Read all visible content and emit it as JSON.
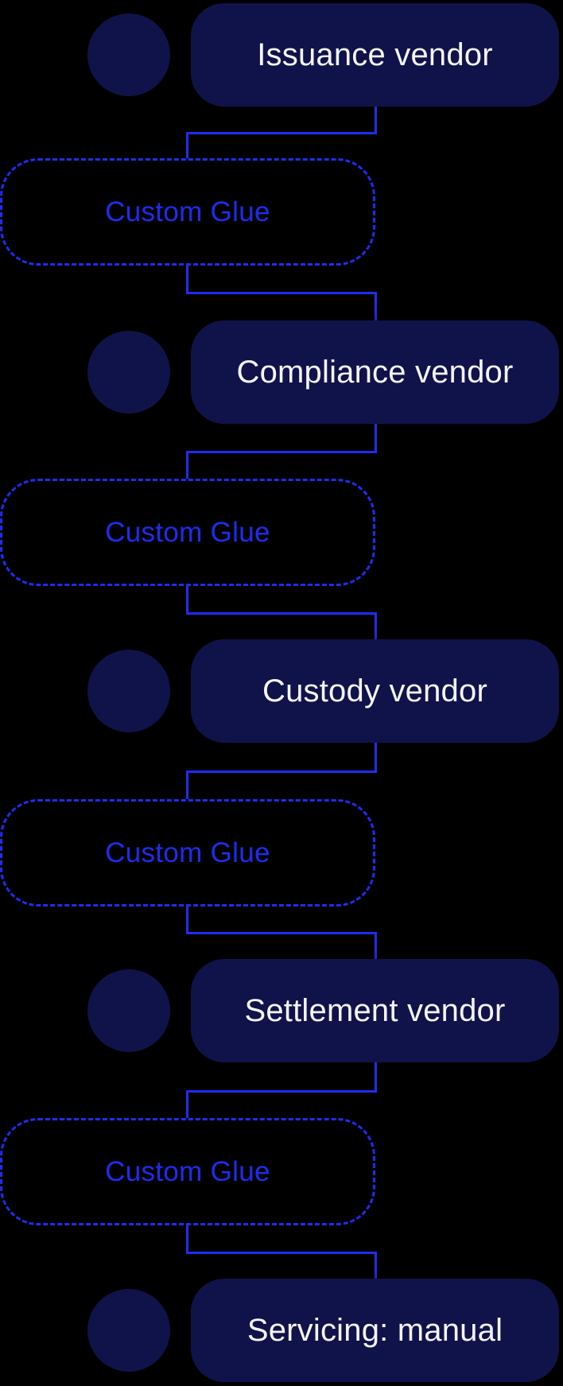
{
  "colors": {
    "background": "#000000",
    "node_fill": "#101349",
    "node_text": "#f4f4f8",
    "accent_blue": "#1e2cf0"
  },
  "vendors": [
    {
      "label": "Issuance vendor"
    },
    {
      "label": "Compliance vendor"
    },
    {
      "label": "Custody vendor"
    },
    {
      "label": "Settlement vendor"
    },
    {
      "label": "Servicing: manual"
    }
  ],
  "glues": [
    {
      "label": "Custom Glue"
    },
    {
      "label": "Custom Glue"
    },
    {
      "label": "Custom Glue"
    },
    {
      "label": "Custom Glue"
    }
  ]
}
